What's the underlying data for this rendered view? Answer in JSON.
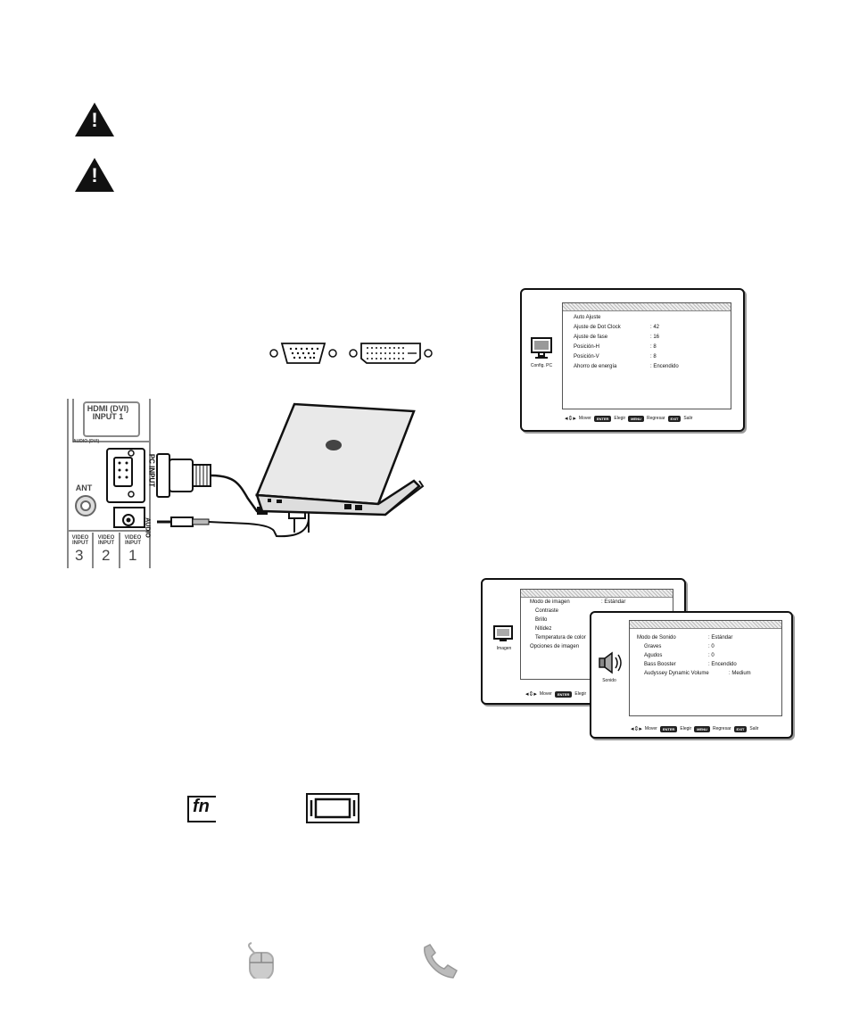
{
  "tv_panel": {
    "hdmi_label": "HDMI (DVI) INPUT 1",
    "audio_dvi_label": "AUDIO (DVI)",
    "pc_input_label": "PC INPUT",
    "ant_label": "ANT",
    "audio_label": "AUDIO",
    "video_inputs": [
      {
        "label": "VIDEO INPUT",
        "number": "3"
      },
      {
        "label": "VIDEO INPUT",
        "number": "2"
      },
      {
        "label": "VIDEO INPUT",
        "number": "1"
      }
    ]
  },
  "pc_menu": {
    "icon_caption": "Config. PC",
    "items": [
      {
        "label": "Auto Ajuste",
        "value": ""
      },
      {
        "label": "Ajuste de Dot Clock",
        "value": ": 42"
      },
      {
        "label": "Ajuste de fase",
        "value": ": 16"
      },
      {
        "label": "Posición-H",
        "value": ": 8"
      },
      {
        "label": "Posición-V",
        "value": ": 8"
      },
      {
        "label": "Ahorro de energía",
        "value": ": Encendido"
      }
    ],
    "footer": {
      "move": "Mover",
      "enter_key": "ENTER",
      "enter": "Elegir",
      "menu_key": "MENU",
      "menu": "Regresar",
      "exit_key": "EXIT",
      "exit": "Salir"
    }
  },
  "image_menu": {
    "icon_caption": "Imagen",
    "items": [
      {
        "label": "Modo de imagen",
        "value": ": Estándar"
      },
      {
        "label": "Contraste",
        "value": ""
      },
      {
        "label": "Brillo",
        "value": ""
      },
      {
        "label": "Nitidez",
        "value": ""
      },
      {
        "label": "Temperatura de color",
        "value": ""
      },
      {
        "label": "Opciones de imagen",
        "value": ""
      }
    ],
    "footer": {
      "move": "Mover",
      "enter_key": "ENTER",
      "enter": "Elegir"
    }
  },
  "sound_menu": {
    "icon_caption": "Sonido",
    "items": [
      {
        "label": "Modo de Sonido",
        "value": ": Estándar"
      },
      {
        "label": "Graves",
        "value": ": 0"
      },
      {
        "label": "Agudos",
        "value": ": 0"
      },
      {
        "label": "Bass Booster",
        "value": ": Encendido"
      },
      {
        "label": "Audyssey Dynamic Volume",
        "value": ": Medium"
      }
    ],
    "footer": {
      "move": "Mover",
      "enter_key": "ENTER",
      "enter": "Elegir",
      "menu_key": "MENU",
      "menu": "Regresar",
      "exit_key": "EXIT",
      "exit": "Salir"
    }
  },
  "fn_key": "fn",
  "icons": [
    "warning-icon",
    "vga-connector-icon",
    "dvi-connector-icon",
    "laptop-icon",
    "screen-icon",
    "mouse-icon",
    "phone-icon"
  ]
}
